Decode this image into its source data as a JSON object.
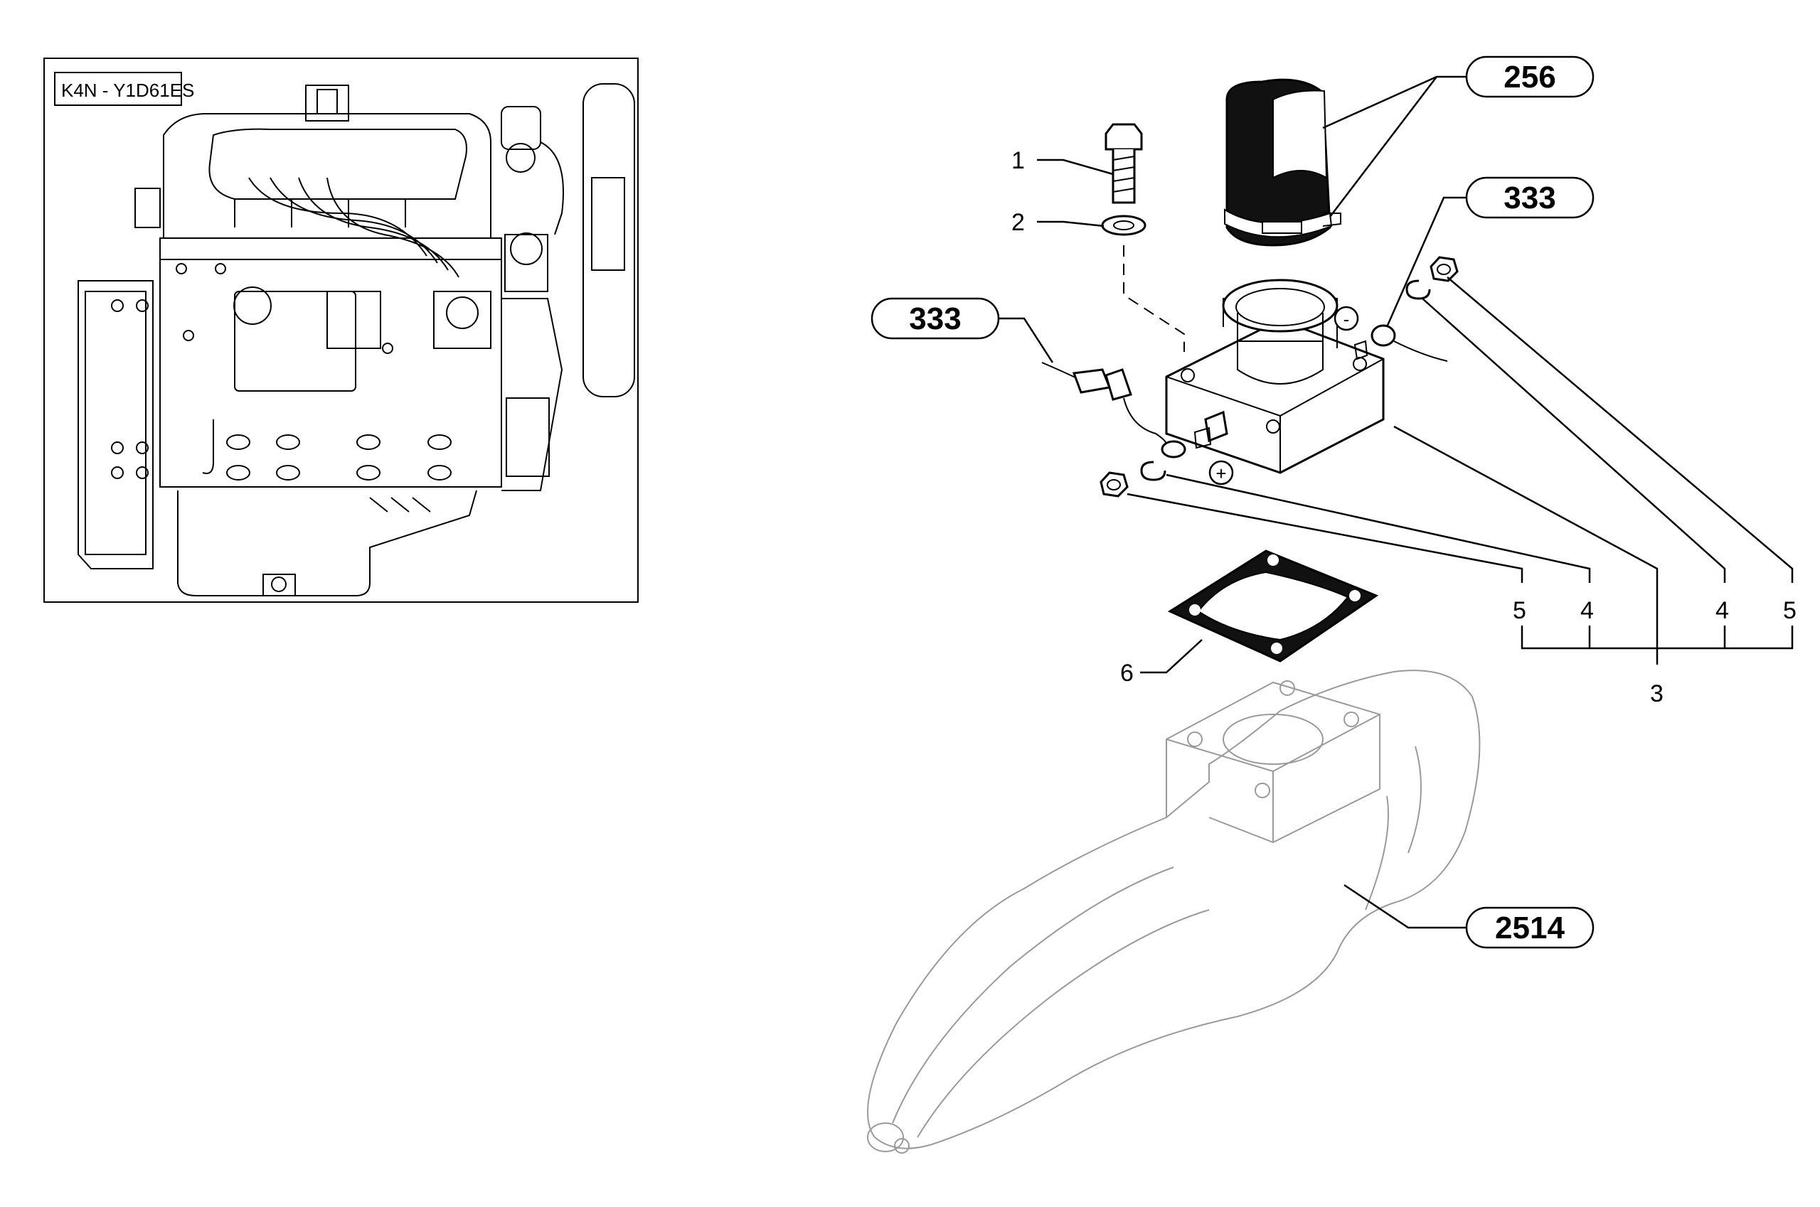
{
  "inset": {
    "model_label": "K4N - Y1D61ES"
  },
  "callouts": {
    "item_1": "1",
    "item_2": "2",
    "item_3": "3",
    "item_4a": "4",
    "item_4b": "4",
    "item_5a": "5",
    "item_5b": "5",
    "item_6": "6"
  },
  "references": {
    "ref_256": "256",
    "ref_333_right": "333",
    "ref_333_left": "333",
    "ref_2514": "2514"
  },
  "symbols": {
    "minus": "-",
    "plus": "+"
  }
}
